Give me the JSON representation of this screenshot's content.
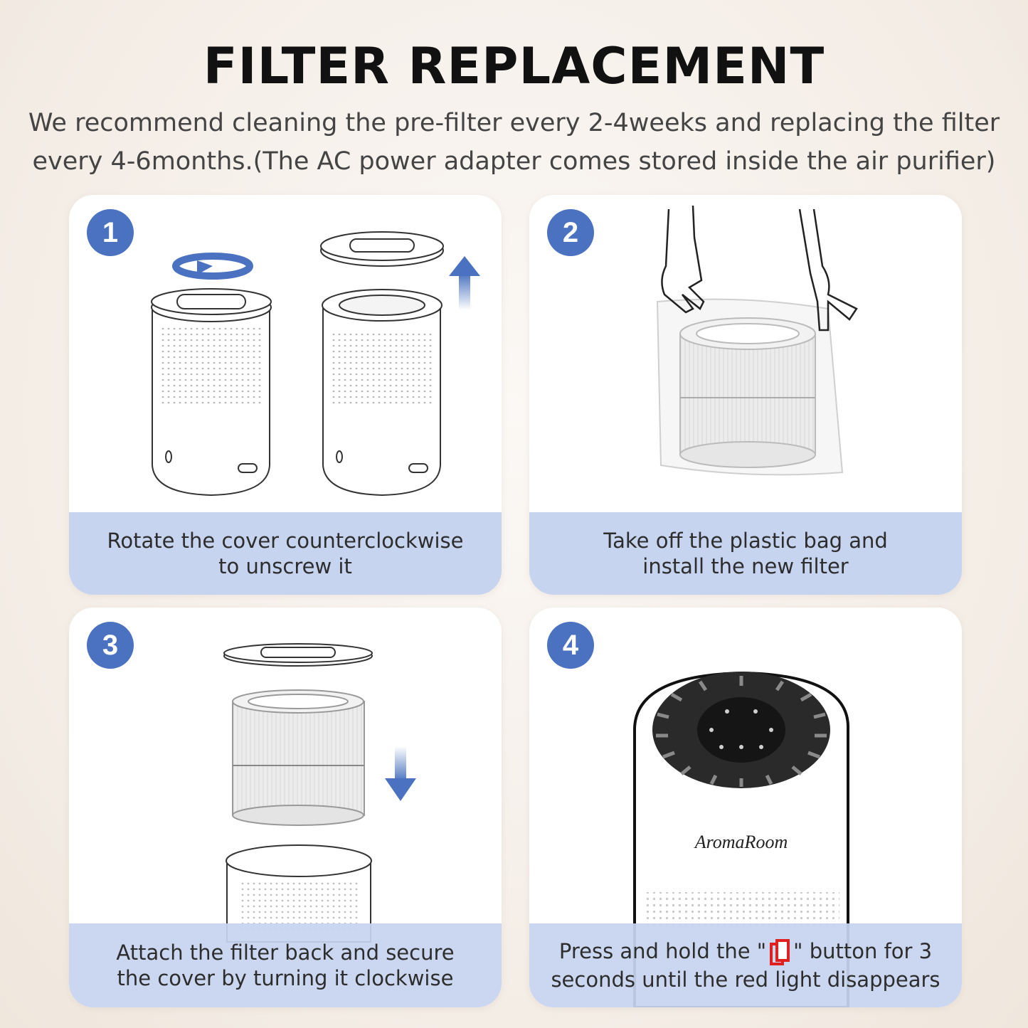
{
  "header": {
    "title": "FILTER REPLACEMENT",
    "subtitle_line1": "We recommend cleaning the pre-filter every 2-4weeks and replacing the filter",
    "subtitle_line2": "every 4-6months.(The AC power adapter comes stored inside the air purifier)"
  },
  "steps": [
    {
      "number": "1",
      "caption_line1": "Rotate the cover counterclockwise",
      "caption_line2": "to unscrew it"
    },
    {
      "number": "2",
      "caption_line1": "Take off the plastic bag and",
      "caption_line2": "install the new filter"
    },
    {
      "number": "3",
      "caption_line1": "Attach the filter back and secure",
      "caption_line2": "the cover by turning it clockwise"
    },
    {
      "number": "4",
      "caption_line1_pre": "Press and hold the \"",
      "caption_line1_post": "\" button for 3",
      "caption_line2": "seconds until the red light disappears",
      "brand_label": "AromaRoom",
      "icon": "filter-reset-icon"
    }
  ],
  "colors": {
    "badge": "#4a72c0",
    "caption_bg": "#c7d4ef",
    "arrow": "#4a72c0",
    "reset_icon": "#e02020"
  }
}
